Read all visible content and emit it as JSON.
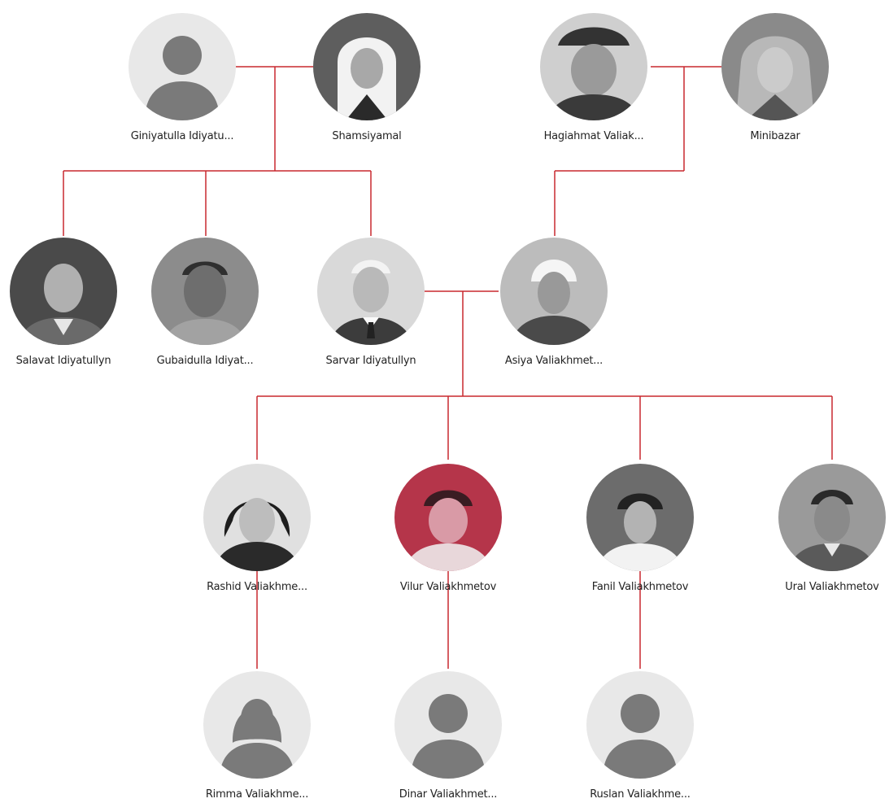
{
  "colors": {
    "line": "#c9292f",
    "photo_bg": "#bdbdbd",
    "placeholder_bg": "#e8e8e8",
    "placeholder_fg": "#7a7a7a",
    "highlight_tint": "#b5354a"
  },
  "people": {
    "p1": {
      "name": "Giniyatulla Idiyatu...",
      "photo": "placeholder-male-icon"
    },
    "p2": {
      "name": "Shamsiyamal",
      "photo": "photo"
    },
    "p3": {
      "name": "Hagiahmat Valiak...",
      "photo": "photo"
    },
    "p4": {
      "name": "Minibazar",
      "photo": "photo"
    },
    "p5": {
      "name": "Salavat Idiyatullyn",
      "photo": "photo"
    },
    "p6": {
      "name": "Gubaidulla Idiyat...",
      "photo": "photo"
    },
    "p7": {
      "name": "Sarvar Idiyatullyn",
      "photo": "photo"
    },
    "p8": {
      "name": "Asiya Valiakhmet...",
      "photo": "photo"
    },
    "p9": {
      "name": "Rashid Valiakhme...",
      "photo": "photo"
    },
    "p10": {
      "name": "Vilur Valiakhmetov",
      "photo": "photo-highlighted"
    },
    "p11": {
      "name": "Fanil Valiakhmetov",
      "photo": "photo"
    },
    "p12": {
      "name": "Ural Valiakhmetov",
      "photo": "photo"
    },
    "p13": {
      "name": "Rimma Valiakhme...",
      "photo": "placeholder-female-icon"
    },
    "p14": {
      "name": "Dinar Valiakhmet...",
      "photo": "placeholder-male-icon"
    },
    "p15": {
      "name": "Ruslan Valiakhme...",
      "photo": "placeholder-male-icon"
    }
  }
}
